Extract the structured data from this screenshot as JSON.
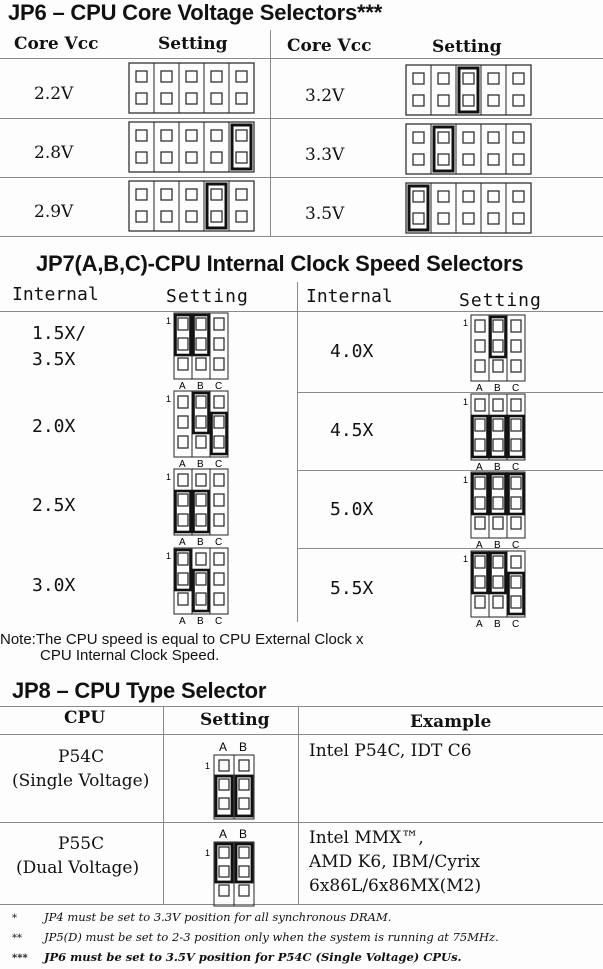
{
  "jp6": {
    "title": "JP6 – CPU Core Voltage Selectors***",
    "col_core": "Core Vcc",
    "col_setting": "Setting",
    "rows": [
      {
        "left": "2.2V",
        "right": "3.2V"
      },
      {
        "left": "2.8V",
        "right": "3.3V"
      },
      {
        "left": "2.9V",
        "right": "3.5V"
      }
    ]
  },
  "jp7": {
    "title": "JP7(A,B,C)-CPU Internal Clock Speed Selectors",
    "col_internal": "Internal",
    "col_setting": "Setting",
    "pin_one": "1",
    "labels": [
      "A",
      "B",
      "C"
    ],
    "rows": [
      {
        "left1": "1.5X/",
        "left2": "3.5X",
        "right": "4.0X"
      },
      {
        "left1": "2.0X",
        "left2": "",
        "right": "4.5X"
      },
      {
        "left1": "2.5X",
        "left2": "",
        "right": "5.0X"
      },
      {
        "left1": "3.0X",
        "left2": "",
        "right": "5.5X"
      }
    ],
    "note_line1": "Note:The CPU speed is equal to CPU External Clock x",
    "note_line2": "CPU Internal Clock Speed."
  },
  "jp8": {
    "title": "JP8 – CPU Type Selector",
    "col_cpu": "CPU",
    "col_setting": "Setting",
    "col_example": "Example",
    "labels": [
      "A",
      "B"
    ],
    "pin_one": "1",
    "rows": [
      {
        "cpu1": "P54C",
        "cpu2": "(Single Voltage)",
        "ex1": "Intel P54C, IDT C6",
        "ex2": "",
        "ex3": ""
      },
      {
        "cpu1": "P55C",
        "cpu2": "(Dual Voltage)",
        "ex1": "Intel MMX™,",
        "ex2": "AMD K6, IBM/Cyrix",
        "ex3": "6x86L/6x86MX(M2)"
      }
    ]
  },
  "footnotes": [
    {
      "mark": "*",
      "text": "JP4 must be set to 3.3V position for all synchronous DRAM."
    },
    {
      "mark": "**",
      "text": "JP5(D) must be set to 2-3 position only when the system is running at 75MHz."
    },
    {
      "mark": "***",
      "text": "JP6 must be set to 3.5V position for P54C (Single Voltage) CPUs."
    }
  ]
}
